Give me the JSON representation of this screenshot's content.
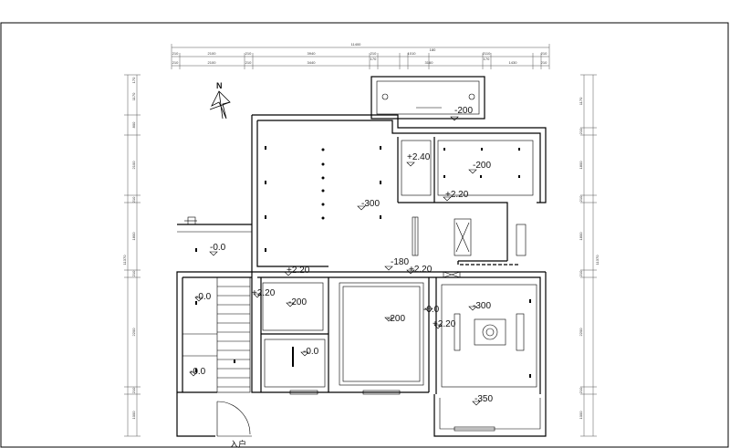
{
  "north": {
    "label": "N"
  },
  "entrance": {
    "label": "入户"
  },
  "dims": {
    "overall_top": "11400",
    "top_row1": [
      "210",
      "2100",
      "210",
      "3940",
      "210",
      "1010",
      "180",
      "2110",
      "210"
    ],
    "top_row2": [
      "210",
      "2100",
      "210",
      "3440",
      "170",
      "3160",
      "170",
      "1430",
      "210"
    ],
    "left_col": [
      "170",
      "1170",
      "800",
      "2100",
      "210",
      "1800",
      "210",
      "2200",
      "210",
      "1000"
    ],
    "left_total": "11370",
    "right_col": [
      "1170",
      "210",
      "1800",
      "210",
      "1800",
      "210",
      "2200",
      "210",
      "1000"
    ],
    "right_total": "11370"
  },
  "rooms": {
    "balcony_top": "-200",
    "bath_small": "+2.40",
    "bedroom_ne": "-200",
    "bedroom_ne_ceiling": "+2.20",
    "living": "-300",
    "corridor": "-180",
    "corridor_ceiling": "+2.20",
    "west_upper": "-0.0",
    "west_mid": "-0.0",
    "west_lower": "-0.0",
    "stair_ceiling": "+2.20",
    "dining_ceiling": "+2.20",
    "kitchen": "-200",
    "storage": "-0.0",
    "master": "-200",
    "bedroom_se": "-300",
    "bedroom_se_ceiling": "+2.20",
    "bedroom_se_edge": "-0.0",
    "balcony_bottom": "-350"
  }
}
